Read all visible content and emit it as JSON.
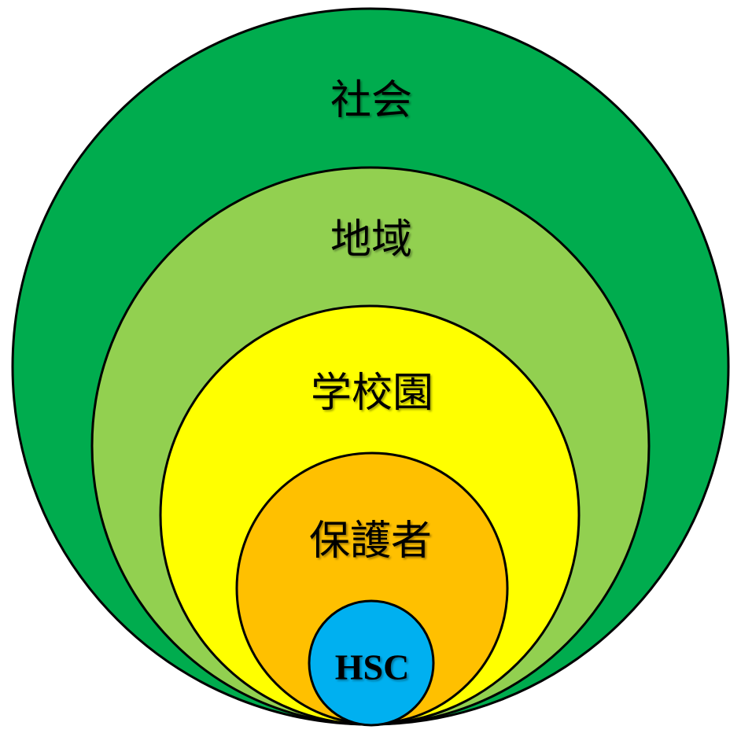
{
  "diagram": {
    "rings": [
      {
        "id": "society",
        "label": "社会",
        "color": "#00ac4e"
      },
      {
        "id": "community",
        "label": "地域",
        "color": "#92d050"
      },
      {
        "id": "school",
        "label": "学校園",
        "color": "#ffff00"
      },
      {
        "id": "guardian",
        "label": "保護者",
        "color": "#ffc000"
      },
      {
        "id": "core",
        "label": "HSC",
        "color": "#00b0f0"
      }
    ]
  }
}
